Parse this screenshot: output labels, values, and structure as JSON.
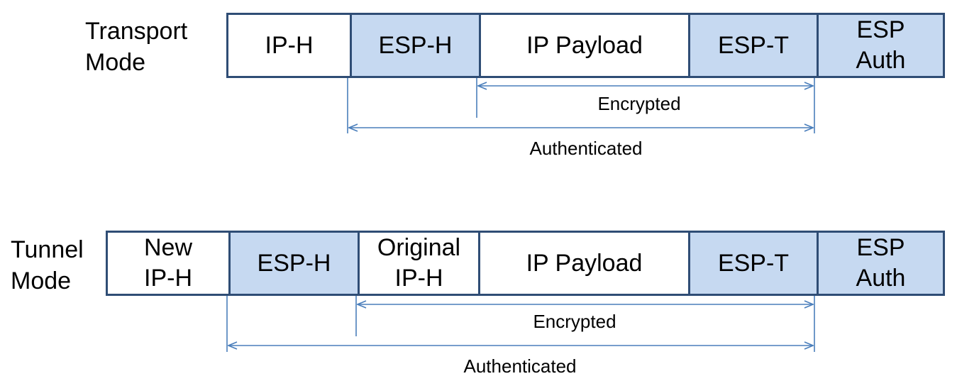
{
  "colors": {
    "border": "#2f4d75",
    "shaded_fill": "#c6d9f1",
    "arrow": "#4a7ebb"
  },
  "transport": {
    "label": [
      "Transport",
      "Mode"
    ],
    "fields": [
      {
        "lines": [
          "IP-H"
        ],
        "shaded": false
      },
      {
        "lines": [
          "ESP-H"
        ],
        "shaded": true
      },
      {
        "lines": [
          "IP Payload"
        ],
        "shaded": false
      },
      {
        "lines": [
          "ESP-T"
        ],
        "shaded": true
      },
      {
        "lines": [
          "ESP",
          "Auth"
        ],
        "shaded": true
      }
    ],
    "encrypted_label": "Encrypted",
    "authenticated_label": "Authenticated"
  },
  "tunnel": {
    "label": [
      "Tunnel",
      "Mode"
    ],
    "fields": [
      {
        "lines": [
          "New",
          "IP-H"
        ],
        "shaded": false
      },
      {
        "lines": [
          "ESP-H"
        ],
        "shaded": true
      },
      {
        "lines": [
          "Original",
          "IP-H"
        ],
        "shaded": false
      },
      {
        "lines": [
          "IP Payload"
        ],
        "shaded": false
      },
      {
        "lines": [
          "ESP-T"
        ],
        "shaded": true
      },
      {
        "lines": [
          "ESP",
          "Auth"
        ],
        "shaded": true
      }
    ],
    "encrypted_label": "Encrypted",
    "authenticated_label": "Authenticated"
  }
}
